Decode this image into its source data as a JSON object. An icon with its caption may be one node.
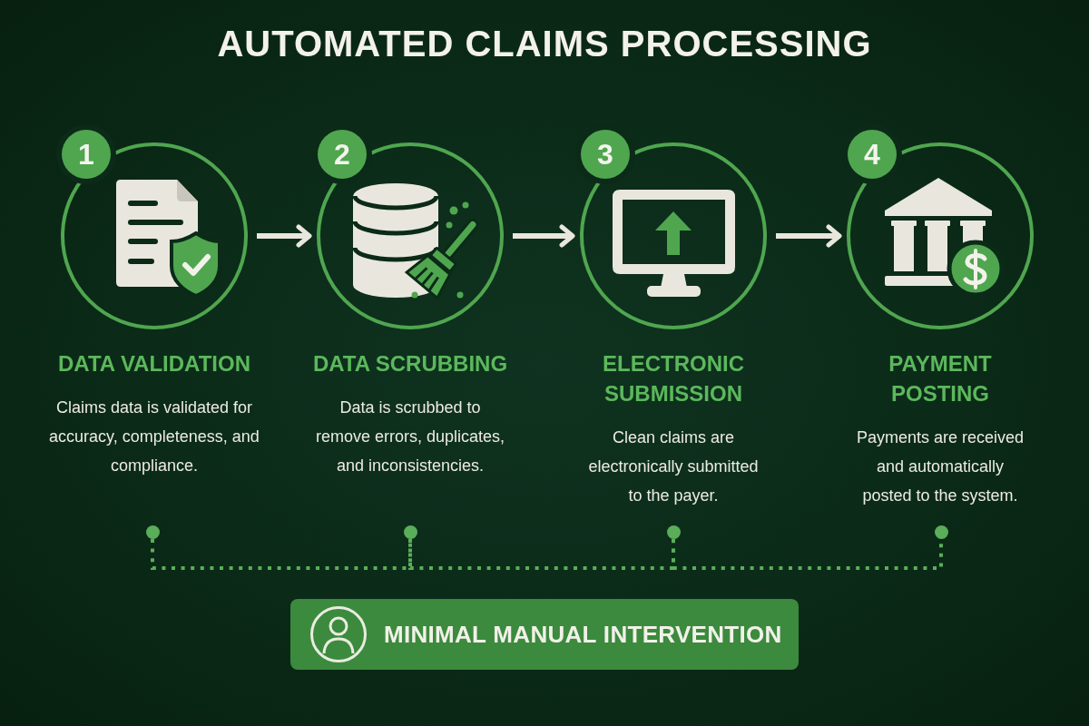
{
  "diagram": {
    "title": "AUTOMATED CLAIMS PROCESSING",
    "nodes": [
      {
        "text": [
          "1",
          "DATA VALIDATION",
          "Claims data is validated for accuracy, completeness, and compliance."
        ]
      },
      {
        "text": [
          "2",
          "DATA SCRUBBING",
          "Data is scrubbed to remove errors, duplicates, and inconsistencies."
        ]
      },
      {
        "text": [
          "3",
          "ELECTRONIC SUBMISSION",
          "Clean claims are electronically submitted to the payer."
        ]
      },
      {
        "text": [
          "4",
          "PAYMENT POSTING",
          "Payments are received and automatically posted to the system."
        ]
      },
      {
        "text": [],
        "shape": "circle"
      },
      {
        "text": [],
        "shape": "circle"
      },
      {
        "text": [],
        "shape": "circle"
      },
      {
        "text": [],
        "shape": "circle"
      },
      {
        "text": [
          "MINIMAL MANUAL INTERVENTION"
        ]
      }
    ],
    "edges": [
      {
        "from": 0,
        "to": 1,
        "arrow": "to"
      },
      {
        "from": 1,
        "to": 2,
        "arrow": "to"
      },
      {
        "from": 2,
        "to": 3,
        "arrow": "to"
      },
      {
        "from": 4,
        "to": 5,
        "arrow": "none",
        "style": "dashed",
        "color": "#5aae5a"
      },
      {
        "from": 5,
        "to": 6,
        "arrow": "none",
        "style": "dashed",
        "color": "#5aae5a"
      },
      {
        "from": 6,
        "to": 7,
        "arrow": "none",
        "style": "dashed",
        "color": "#5aae5a"
      }
    ]
  }
}
